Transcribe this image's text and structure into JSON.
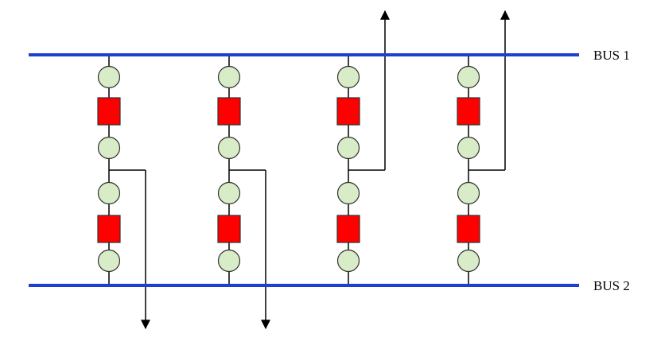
{
  "buses": [
    {
      "id": "bus1",
      "label": "BUS 1"
    },
    {
      "id": "bus2",
      "label": "BUS 2"
    }
  ],
  "bays": [
    {
      "id": "bay1",
      "upper_feeder_direction": "down"
    },
    {
      "id": "bay2",
      "upper_feeder_direction": "down"
    },
    {
      "id": "bay3",
      "upper_feeder_direction": "up"
    },
    {
      "id": "bay4",
      "upper_feeder_direction": "up"
    }
  ],
  "colors": {
    "bus_line": "#1f3fcf",
    "wire": "#000000",
    "disconnector_fill": "#d8ecc8",
    "disconnector_stroke": "#333333",
    "breaker_fill": "#ff0000",
    "breaker_stroke": "#333333"
  }
}
